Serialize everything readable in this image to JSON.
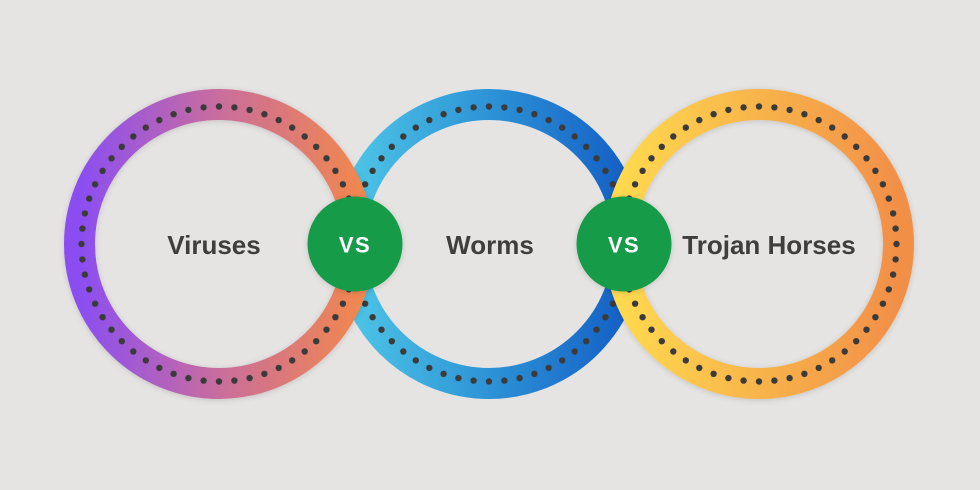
{
  "colors": {
    "background": "#e5e4e2",
    "label_text": "#3e3e3e",
    "vs_background": "#189b4a",
    "vs_text": "#ffffff",
    "dot": "#3b3b3b"
  },
  "rings": [
    {
      "label": "Viruses",
      "gradient": [
        "#8b4ef2",
        "#c96d9d",
        "#f0874f"
      ]
    },
    {
      "label": "Worms",
      "gradient": [
        "#4ec5e6",
        "#2d93d6",
        "#145fc5"
      ]
    },
    {
      "label": "Trojan Horses",
      "gradient": [
        "#ffd94f",
        "#f8b44b",
        "#f28f47"
      ]
    }
  ],
  "separators": [
    {
      "label": "VS"
    },
    {
      "label": "VS"
    }
  ]
}
